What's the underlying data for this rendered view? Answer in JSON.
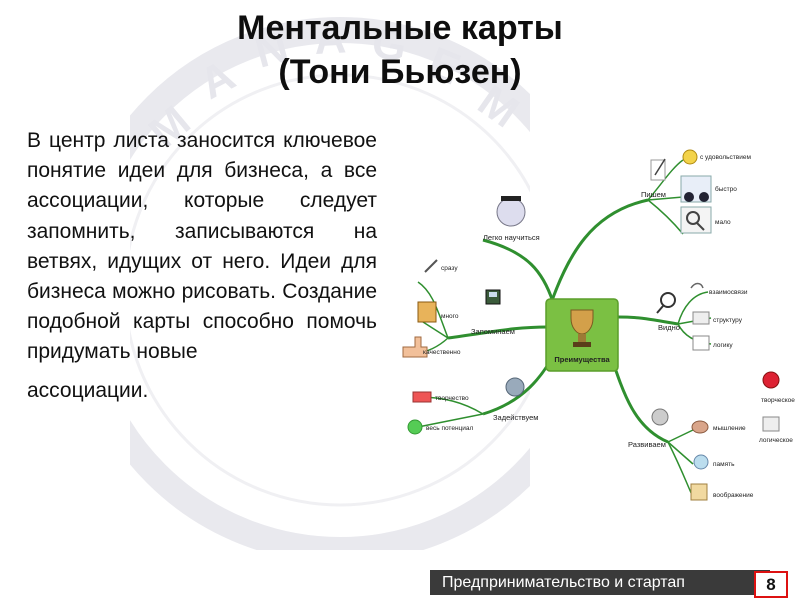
{
  "title": {
    "line1": "Ментальные карты",
    "line2": "(Тони Бьюзен)"
  },
  "body": {
    "paragraph": "В центр листа заносится ключевое понятие идеи для бизнеса, а все ассоциации, которые следует запомнить, записываются на ветвях, идущих от него. Идеи для бизнеса можно рисовать. Создание подобной карты способно помочь придумать новые",
    "last_word": "ассоциации."
  },
  "mindmap": {
    "center": "Преимущества",
    "branches": {
      "pishem": "Пишем",
      "pishem_items": [
        "с удовольствием",
        "быстро",
        "мало"
      ],
      "legko": "Легко научиться",
      "vidno": "Видно",
      "vidno_items": [
        "взаимосвязи",
        "структуру",
        "логику"
      ],
      "zapominaem": "Запоминаем",
      "zapominaem_items": [
        "сразу",
        "много",
        "качественно"
      ],
      "zadeystvuem": "Задействуем",
      "zadeystvuem_items": [
        "творчество",
        "весь потенциал"
      ],
      "razvivaem": "Развиваем",
      "razvivaem_items": [
        "мышление",
        "память",
        "воображение"
      ],
      "thinking_types": [
        "творческое",
        "логическое"
      ]
    }
  },
  "footer": {
    "course": "Предпринимательство и стартап",
    "page": "8"
  },
  "colors": {
    "branch": "#2f8f2f",
    "center": "#7bc043",
    "footer_bg": "#3a3a3a",
    "badge_border": "#dd1111"
  }
}
